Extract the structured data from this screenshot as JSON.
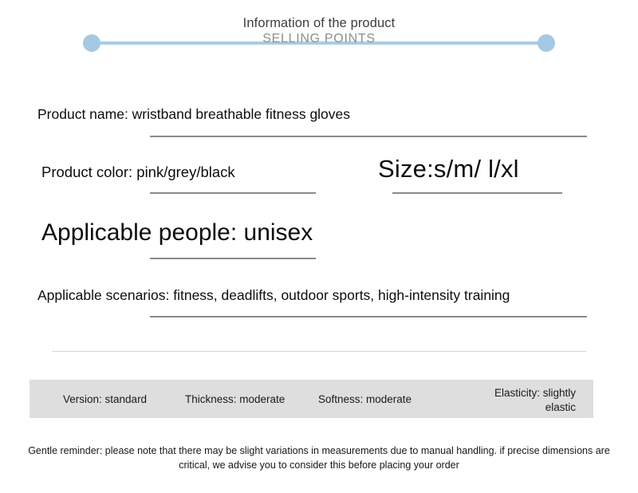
{
  "header": {
    "title_main": "Information of the product",
    "title_sub": "SELLING POINTS",
    "line_color": "#a9cce4",
    "dot_color": "#a5c9e3"
  },
  "specs": [
    {
      "id": "product-name",
      "text": "Product name: wristband breathable fitness gloves"
    },
    {
      "id": "product-color",
      "text": "Product color: pink/grey/black"
    },
    {
      "id": "size",
      "text": "Size:s/m/ l/xl"
    },
    {
      "id": "applicable-people",
      "text": "Applicable people: unisex"
    },
    {
      "id": "applicable-scenarios",
      "text": "Applicable scenarios: fitness, deadlifts, outdoor sports, high-intensity training"
    }
  ],
  "attributes": {
    "background_color": "#dedede",
    "items": [
      {
        "id": "version",
        "text": "Version: standard"
      },
      {
        "id": "thickness",
        "text": "Thickness: moderate"
      },
      {
        "id": "softness",
        "text": "Softness: moderate"
      },
      {
        "id": "elasticity",
        "text": "Elasticity: slightly elastic"
      }
    ]
  },
  "footer": {
    "note": "Gentle reminder: please note that there may be slight variations in measurements due to manual handling. if precise dimensions are critical, we advise you to consider this before placing your order"
  }
}
